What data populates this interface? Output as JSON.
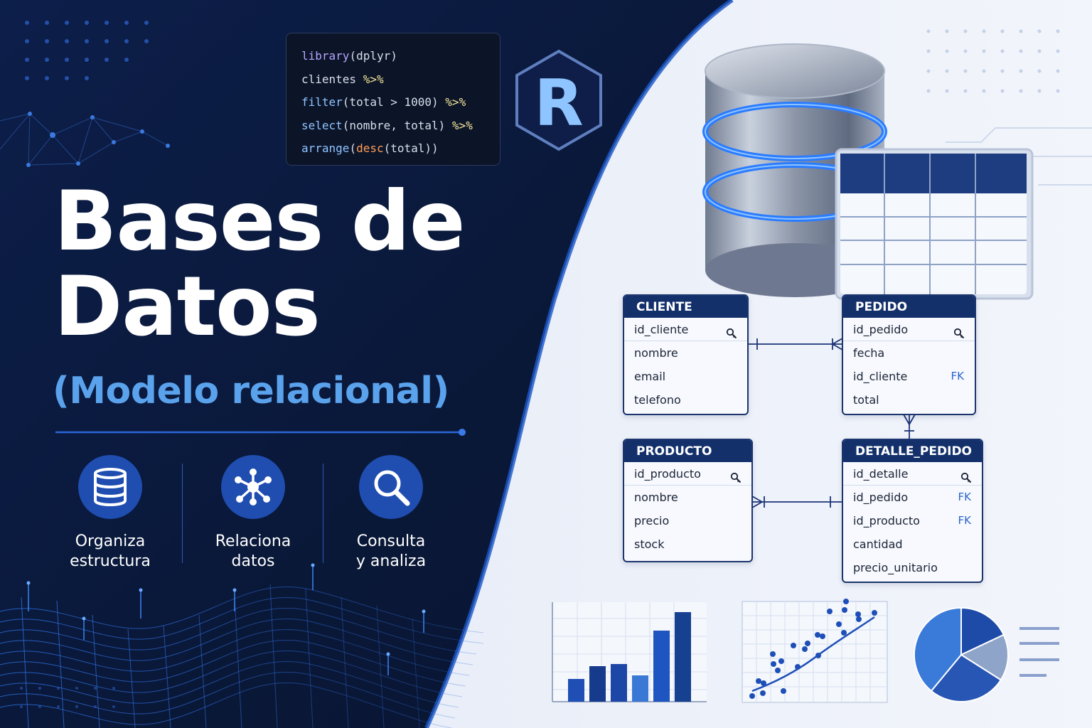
{
  "code": {
    "lines": [
      [
        {
          "t": "library",
          "c": "c-fn"
        },
        {
          "t": "(dplyr)",
          "c": ""
        }
      ],
      [
        {
          "t": "clientes ",
          "c": ""
        },
        {
          "t": "%>%",
          "c": "c-op"
        }
      ],
      [
        {
          "t": "filter",
          "c": "c-kw"
        },
        {
          "t": "(total > 1000) ",
          "c": ""
        },
        {
          "t": "%>%",
          "c": "c-op"
        }
      ],
      [
        {
          "t": "select",
          "c": "c-kw"
        },
        {
          "t": "(nombre, total) ",
          "c": ""
        },
        {
          "t": "%>%",
          "c": "c-op"
        }
      ],
      [
        {
          "t": "arrange",
          "c": "c-kw"
        },
        {
          "t": "(",
          "c": ""
        },
        {
          "t": "desc",
          "c": "c-str"
        },
        {
          "t": "(total))",
          "c": ""
        }
      ]
    ]
  },
  "logo": {
    "letter": "R"
  },
  "title": {
    "line1": "Bases de",
    "line2": "Datos",
    "subtitle": "(Modelo relacional)"
  },
  "features": [
    {
      "icon": "database-icon",
      "line1": "Organiza",
      "line2": "estructura"
    },
    {
      "icon": "network-icon",
      "line1": "Relaciona",
      "line2": "datos"
    },
    {
      "icon": "search-icon",
      "line1": "Consulta",
      "line2": "y analiza"
    }
  ],
  "entities": {
    "cliente": {
      "name": "CLIENTE",
      "fields": [
        {
          "name": "id_cliente",
          "key": "pk"
        },
        {
          "name": "nombre",
          "key": ""
        },
        {
          "name": "email",
          "key": ""
        },
        {
          "name": "telefono",
          "key": ""
        }
      ]
    },
    "pedido": {
      "name": "PEDIDO",
      "fields": [
        {
          "name": "id_pedido",
          "key": "pk"
        },
        {
          "name": "fecha",
          "key": ""
        },
        {
          "name": "id_cliente",
          "key": "FK"
        },
        {
          "name": "total",
          "key": ""
        }
      ]
    },
    "producto": {
      "name": "PRODUCTO",
      "fields": [
        {
          "name": "id_producto",
          "key": "pk"
        },
        {
          "name": "nombre",
          "key": ""
        },
        {
          "name": "precio",
          "key": ""
        },
        {
          "name": "stock",
          "key": ""
        }
      ]
    },
    "detalle": {
      "name": "DETALLE_PEDIDO",
      "fields": [
        {
          "name": "id_detalle",
          "key": "pk"
        },
        {
          "name": "id_pedido",
          "key": "FK"
        },
        {
          "name": "id_producto",
          "key": "FK"
        },
        {
          "name": "cantidad",
          "key": ""
        },
        {
          "name": "precio_unitario",
          "key": ""
        }
      ]
    }
  },
  "mini_charts": {
    "bar": {
      "values": [
        32,
        50,
        53,
        37,
        100,
        126
      ],
      "colors": [
        "#1f4fb5",
        "#163a8c",
        "#1d47a6",
        "#3a78d6",
        "#1f55c0",
        "#164090"
      ]
    },
    "scatter": {
      "points": [
        [
          14,
          9
        ],
        [
          29,
          13
        ],
        [
          23,
          30
        ],
        [
          30,
          27
        ],
        [
          58,
          16
        ],
        [
          50,
          45
        ],
        [
          44,
          54
        ],
        [
          43,
          68
        ],
        [
          55,
          58
        ],
        [
          78,
          50
        ],
        [
          72,
          80
        ],
        [
          88,
          75
        ],
        [
          92,
          83
        ],
        [
          107,
          66
        ],
        [
          113,
          93
        ],
        [
          123,
          128
        ],
        [
          106,
          95
        ],
        [
          136,
          110
        ],
        [
          143,
          98
        ],
        [
          146,
          142
        ],
        [
          164,
          117
        ],
        [
          163,
          124
        ],
        [
          144,
          130
        ],
        [
          186,
          126
        ]
      ]
    },
    "pie": {
      "values": [
        0.18,
        0.16,
        0.27,
        0.39
      ],
      "colors": [
        "#1e4aa8",
        "#8ea4c8",
        "#2856b4",
        "#3a7ad8"
      ]
    },
    "legend_lines": 4
  },
  "colors": {
    "navy": "#0a1838",
    "accent": "#5aa2ec",
    "entity_header": "#13306b"
  }
}
